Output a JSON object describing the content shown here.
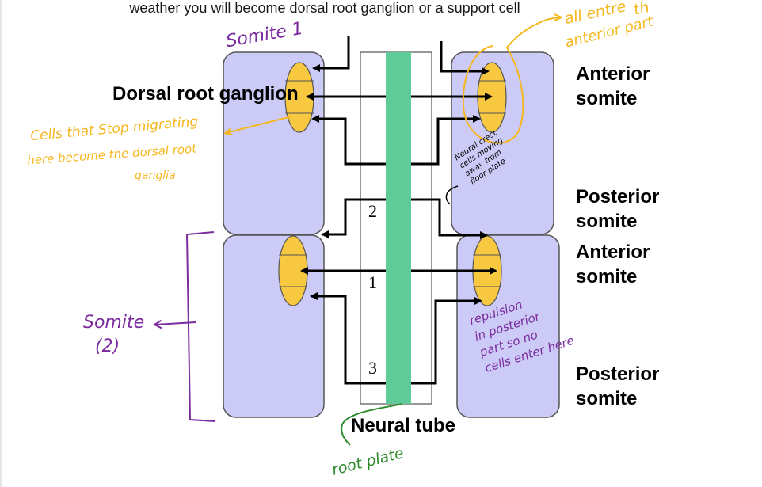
{
  "caption": "weather you will become dorsal root ganglion or a support cell",
  "labels": {
    "drg": "Dorsal root ganglion",
    "ant1_a": "Anterior",
    "ant1_b": "somite",
    "post1_a": "Posterior",
    "post1_b": "somite",
    "ant2_a": "Anterior",
    "ant2_b": "somite",
    "post2_a": "Posterior",
    "post2_b": "somite",
    "neural_tube": "Neural tube",
    "num1": "1",
    "num2": "2",
    "num3": "3"
  },
  "handwriting": {
    "somite1": "Somite 1",
    "cells_stop_1": "Cells that Stop migrating",
    "cells_stop_2": "here become the dorsal root",
    "cells_stop_3": "ganglia",
    "all_enter_1": "all entre",
    "all_enter_2": "anterior part",
    "all_enter_tail": "th",
    "crest_1": "Neural crest",
    "crest_2": "cells moving",
    "crest_3": "away from",
    "crest_4": "floor plate",
    "somite2_a": "Somite",
    "somite2_b": "(2)",
    "repulsion_1": "repulsion",
    "repulsion_2": "in posterior",
    "repulsion_3": "part so no",
    "repulsion_4": "cells enter here",
    "root_plate": "root plate"
  },
  "colors": {
    "somite_fill": "#cccbf7",
    "ganglion_fill": "#f8c840",
    "tube_fill": "#5ecb98",
    "orange_ink": "#f5b71f",
    "purple_ink": "#7b2d9e",
    "green_ink": "#2e8b2e"
  }
}
